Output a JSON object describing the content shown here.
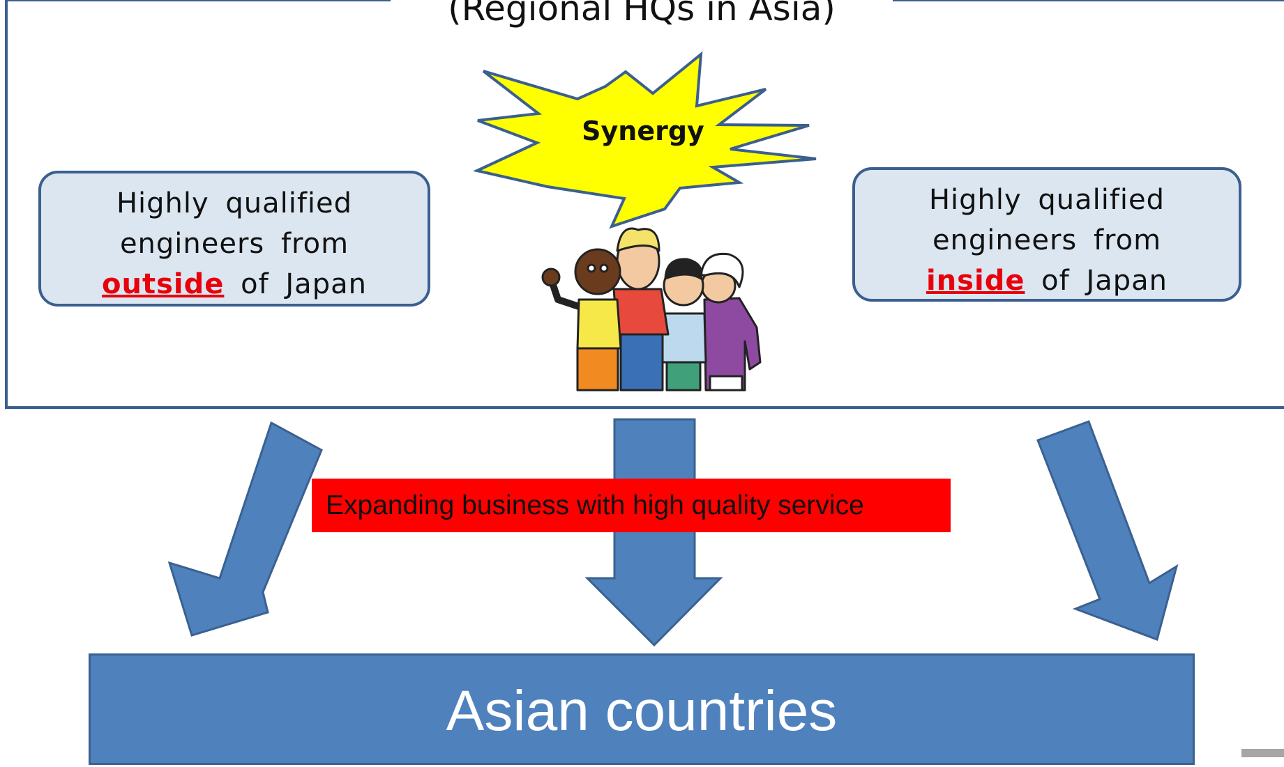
{
  "frame": {
    "title": "(Regional HQs in Asia)"
  },
  "left_box": {
    "line1": "Highly qualified",
    "line2": "engineers from",
    "highlight": "outside",
    "tail": "of Japan"
  },
  "right_box": {
    "line1": "Highly qualified",
    "line2": "engineers from",
    "highlight": "inside",
    "tail": "of Japan"
  },
  "burst": {
    "label": "Synergy"
  },
  "banner": {
    "label": "Expanding business with high quality service"
  },
  "target": {
    "label": "Asian countries"
  },
  "colors": {
    "box_fill": "#dbe6f1",
    "box_border": "#3b5f8f",
    "highlight": "#e8000b",
    "burst_fill": "#ffff00",
    "arrow_fill": "#4f81bd",
    "banner_fill": "#ff0000",
    "target_fill": "#4f81bd"
  },
  "icons": [
    "starburst-icon",
    "group-of-people-icon",
    "down-arrow-icon"
  ]
}
